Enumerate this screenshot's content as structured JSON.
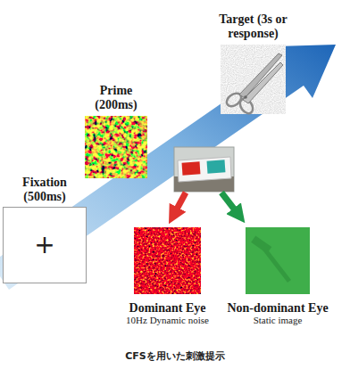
{
  "diagram": {
    "caption": "CFSを用いた刺激提示",
    "nodes": [
      {
        "text": [
          "Fixation (500ms)",
          "+"
        ]
      },
      {
        "text": [
          "Prime (200ms)"
        ]
      },
      {
        "text": [
          "Target (3s or response)"
        ]
      },
      {
        "text": [
          "Dominant Eye",
          "10Hz Dynamic noise"
        ]
      },
      {
        "text": [
          "Non-dominant Eye",
          "Static image"
        ]
      }
    ]
  }
}
